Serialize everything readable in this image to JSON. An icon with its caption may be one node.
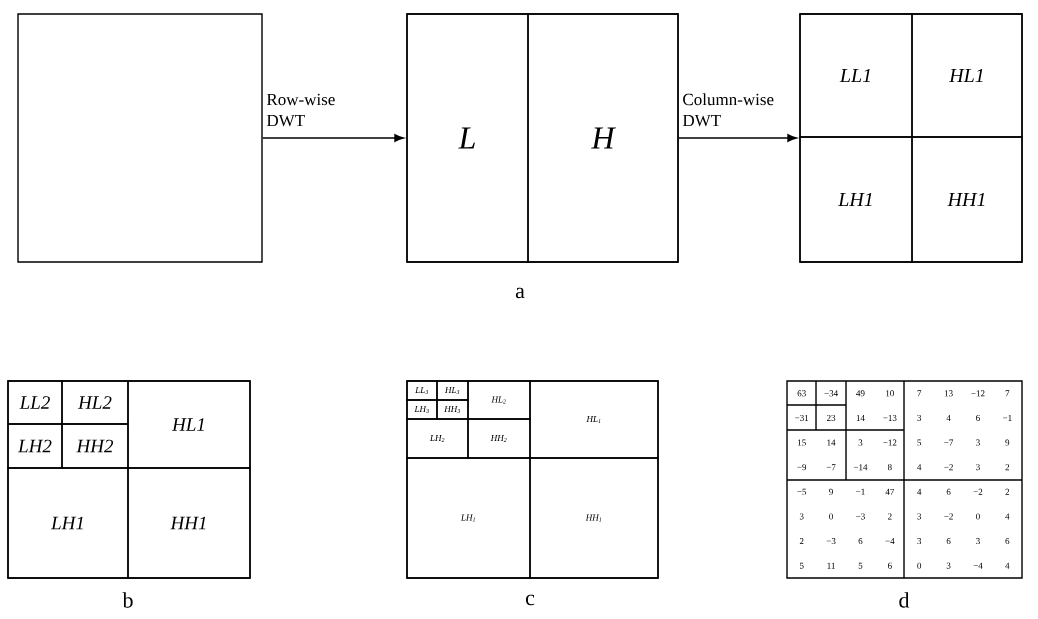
{
  "diagram": {
    "nodes": [
      {
        "text": [],
        "shape": "box"
      },
      {
        "text": [],
        "shape": "box"
      },
      {
        "text": [
          "L"
        ],
        "in": 1
      },
      {
        "text": [
          "H"
        ],
        "in": 1
      },
      {
        "text": [],
        "shape": "box"
      },
      {
        "text": [
          "LL1"
        ],
        "in": 4
      },
      {
        "text": [
          "HL1"
        ],
        "in": 4
      },
      {
        "text": [
          "LH1"
        ],
        "in": 4
      },
      {
        "text": [
          "HH1"
        ],
        "in": 4
      },
      {
        "text": [],
        "shape": "box"
      },
      {
        "text": [
          "LL2"
        ],
        "in": 9
      },
      {
        "text": [
          "HL2"
        ],
        "in": 9
      },
      {
        "text": [
          "LH2"
        ],
        "in": 9
      },
      {
        "text": [
          "HH2"
        ],
        "in": 9
      },
      {
        "text": [
          "HL1"
        ],
        "in": 9
      },
      {
        "text": [
          "LH1"
        ],
        "in": 9
      },
      {
        "text": [
          "HH1"
        ],
        "in": 9
      },
      {
        "text": [],
        "shape": "box"
      },
      {
        "text": [
          "LL$_{3}$"
        ],
        "in": 17
      },
      {
        "text": [
          "HL$_{3}$"
        ],
        "in": 17
      },
      {
        "text": [
          "LH$_{3}$"
        ],
        "in": 17
      },
      {
        "text": [
          "HH$_{3}$"
        ],
        "in": 17
      },
      {
        "text": [
          "HL$_{2}$"
        ],
        "in": 17
      },
      {
        "text": [
          "LH$_{2}$"
        ],
        "in": 17
      },
      {
        "text": [
          "HH$_{2}$"
        ],
        "in": 17
      },
      {
        "text": [
          "HL$_{1}$"
        ],
        "in": 17
      },
      {
        "text": [
          "LH$_{1}$"
        ],
        "in": 17
      },
      {
        "text": [
          "HH$_{1}$"
        ],
        "in": 17
      }
    ],
    "edges": [
      {
        "from": 0,
        "to": 1,
        "arrow": "to",
        "label": "Row-wise DWT"
      },
      {
        "from": 1,
        "to": 4,
        "arrow": "to",
        "label": "Column-wise DWT"
      }
    ],
    "labels": [
      "a",
      "63",
      "−34",
      "49",
      "10",
      "7",
      "13",
      "−12",
      "7",
      "−31",
      "23",
      "14",
      "−13",
      "3",
      "4",
      "6",
      "−1",
      "15",
      "14",
      "3",
      "−12",
      "5",
      "−7",
      "3",
      "9",
      "−9",
      "−7",
      "−14",
      "8",
      "4",
      "−2",
      "3",
      "2",
      "−5",
      "9",
      "−1",
      "47",
      "4",
      "6",
      "−2",
      "2",
      "3",
      "0",
      "−3",
      "2",
      "3",
      "−2",
      "0",
      "4",
      "2",
      "−3",
      "6",
      "−4",
      "3",
      "6",
      "3",
      "6",
      "5",
      "11",
      "5",
      "6",
      "0",
      "3",
      "−4",
      "4",
      "b",
      "c",
      "d"
    ]
  }
}
